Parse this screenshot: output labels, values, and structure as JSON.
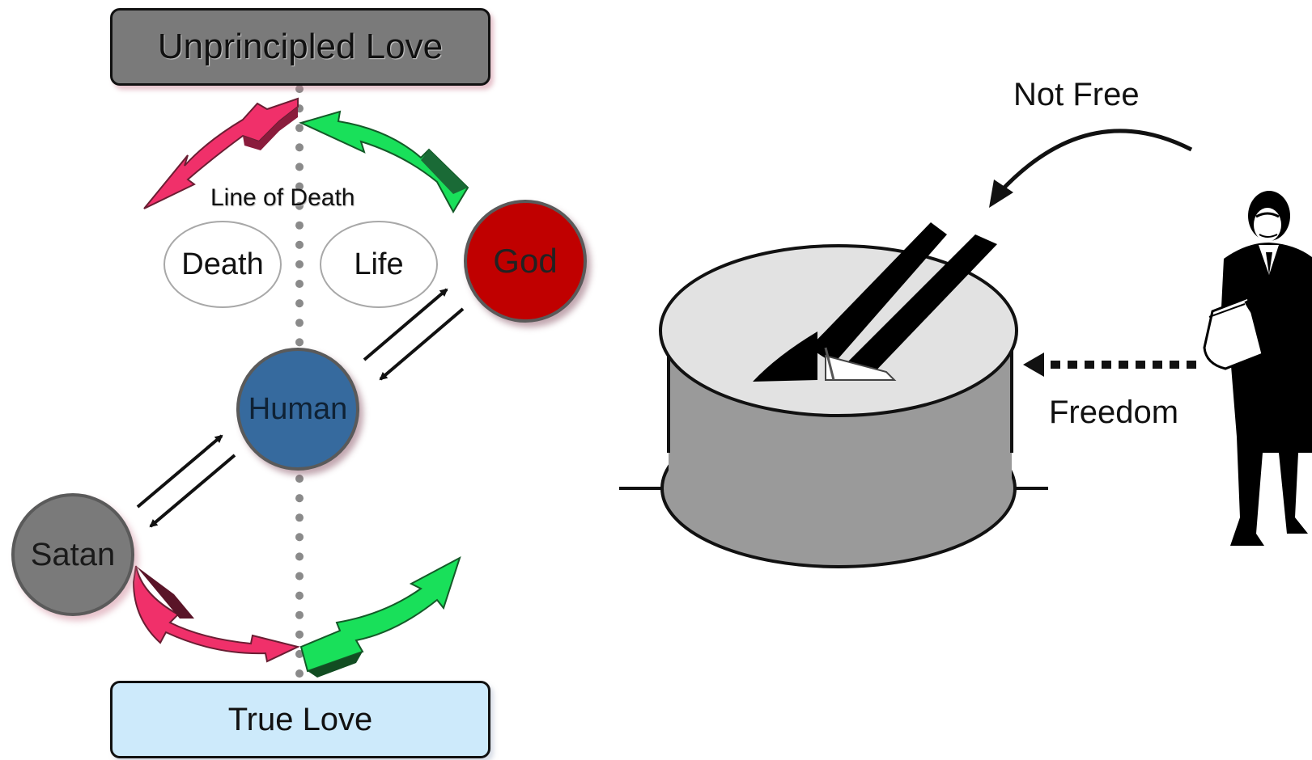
{
  "boxes": {
    "top_label": "Unprincipled Love",
    "bottom_label": "True Love"
  },
  "line_label": "Line of Death",
  "ovals": {
    "death": "Death",
    "life": "Life"
  },
  "beings": {
    "god": "God",
    "human": "Human",
    "satan": "Satan"
  },
  "right_panel": {
    "not_free_label": "Not Free",
    "freedom_label": "Freedom"
  },
  "colors": {
    "god": "#c00000",
    "human": "#366a9e",
    "satan": "#7a7a7a",
    "unprincipled_box": "#7a7a7a",
    "true_love_box": "#cdeafb",
    "pink_arrow": "#f0306a",
    "green_arrow": "#19e05a"
  }
}
